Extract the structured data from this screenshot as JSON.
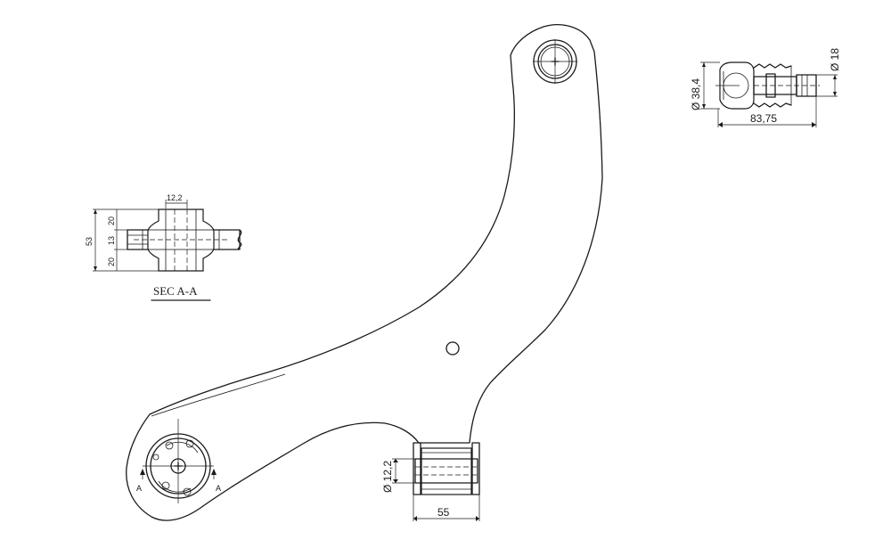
{
  "section": {
    "title": "SEC A-A",
    "dim_width": "12,2",
    "dim_total": "53",
    "dim_top": "20",
    "dim_mid": "13",
    "dim_bottom": "20"
  },
  "ball_joint": {
    "dim_diameter_body": "Ø 38,4",
    "dim_diameter_stud": "Ø 18",
    "dim_length": "83,75"
  },
  "rear_bushing": {
    "dim_diameter": "Ø 12,2",
    "dim_length": "55"
  },
  "front_bushing": {
    "section_mark_left": "A",
    "section_mark_right": "A"
  }
}
